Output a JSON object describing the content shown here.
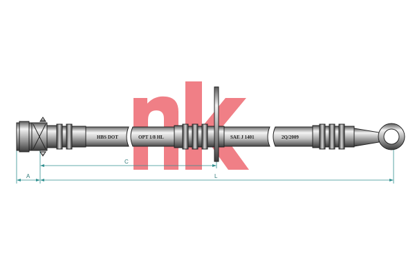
{
  "logo": {
    "text": "nk",
    "color": "#f07f86"
  },
  "hose": {
    "labels": [
      "HBS DOT",
      "OPT 1/8 HL",
      "SAE J 1401",
      "2Q/2009"
    ]
  },
  "dimensions": {
    "a_label": "A",
    "c_label": "C",
    "l_label": "L",
    "line_color": "#2f8f8f"
  }
}
